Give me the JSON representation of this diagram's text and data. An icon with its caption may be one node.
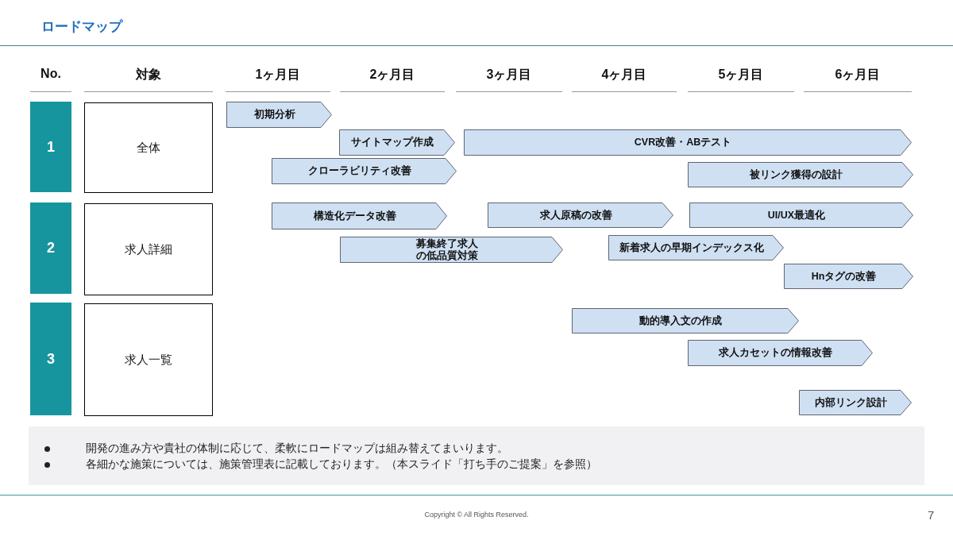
{
  "diagram": {
    "title": "ロードマップ",
    "nodes": [
      {
        "text": [
          "1"
        ]
      },
      {
        "text": [
          "全体"
        ]
      },
      {
        "text": [
          "2"
        ]
      },
      {
        "text": [
          "求人詳細"
        ]
      },
      {
        "text": [
          "3"
        ]
      },
      {
        "text": [
          "求人一覧"
        ]
      },
      {
        "text": [
          "初期分析"
        ]
      },
      {
        "text": [
          "サイトマップ作成"
        ]
      },
      {
        "text": [
          "CVR改善・ABテスト"
        ]
      },
      {
        "text": [
          "クローラビリティ改善"
        ]
      },
      {
        "text": [
          "被リンク獲得の設計"
        ]
      },
      {
        "text": [
          "構造化データ改善"
        ]
      },
      {
        "text": [
          "求人原稿の改善"
        ]
      },
      {
        "text": [
          "UI/UX最適化"
        ]
      },
      {
        "text": [
          "募集終了求人の低品質対策"
        ]
      },
      {
        "text": [
          "新着求人の早期インデックス化"
        ]
      },
      {
        "text": [
          "Hnタグの改善"
        ]
      },
      {
        "text": [
          "動的導入文の作成"
        ]
      },
      {
        "text": [
          "求人カセットの情報改善"
        ]
      },
      {
        "text": [
          "内部リンク設計"
        ]
      }
    ],
    "labels": [
      "No.",
      "対象",
      "1ヶ月目",
      "2ヶ月目",
      "3ヶ月目",
      "4ヶ月目",
      "5ヶ月目",
      "6ヶ月目",
      "開発の進み方や貴社の体制に応じて、柔軟にロードマップは組み替えてまいります。",
      "各細かな施策については、施策管理表に記載しております。（本スライド「打ち手のご提案」を参照）",
      "Copyright © All Rights Reserved.",
      "7"
    ]
  }
}
